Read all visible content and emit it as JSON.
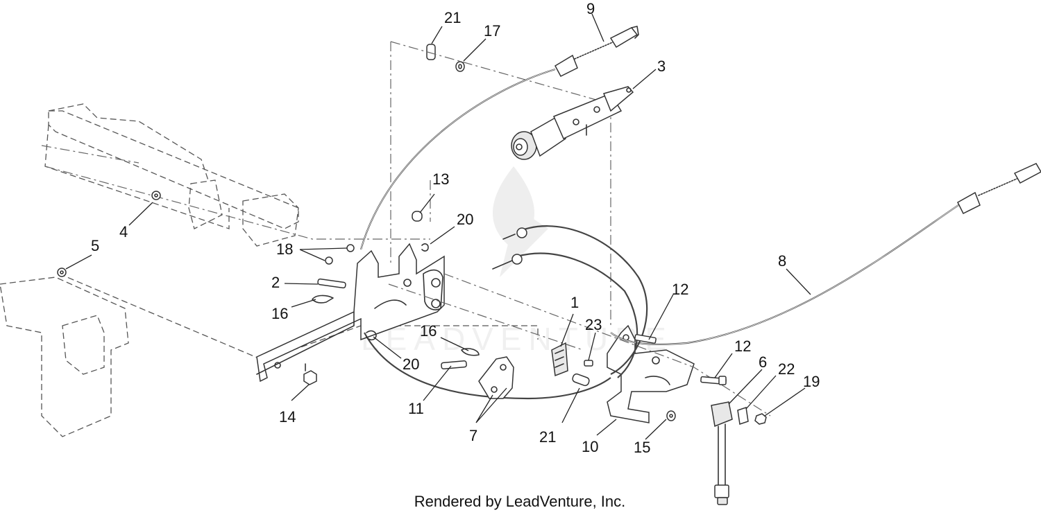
{
  "footer_text": "Rendered by LeadVenture, Inc.",
  "watermark_text": "LEADVENTURE",
  "callouts": [
    {
      "id": "c21a",
      "label": "21"
    },
    {
      "id": "c17",
      "label": "17"
    },
    {
      "id": "c9",
      "label": "9"
    },
    {
      "id": "c3",
      "label": "3"
    },
    {
      "id": "c13",
      "label": "13"
    },
    {
      "id": "c20a",
      "label": "20"
    },
    {
      "id": "c4",
      "label": "4"
    },
    {
      "id": "c5",
      "label": "5"
    },
    {
      "id": "c18",
      "label": "18"
    },
    {
      "id": "c2",
      "label": "2"
    },
    {
      "id": "c16a",
      "label": "16"
    },
    {
      "id": "c8",
      "label": "8"
    },
    {
      "id": "c1",
      "label": "1"
    },
    {
      "id": "c12a",
      "label": "12"
    },
    {
      "id": "c23",
      "label": "23"
    },
    {
      "id": "c16b",
      "label": "16"
    },
    {
      "id": "c20b",
      "label": "20"
    },
    {
      "id": "c12b",
      "label": "12"
    },
    {
      "id": "c6",
      "label": "6"
    },
    {
      "id": "c22",
      "label": "22"
    },
    {
      "id": "c19",
      "label": "19"
    },
    {
      "id": "c11",
      "label": "11"
    },
    {
      "id": "c14",
      "label": "14"
    },
    {
      "id": "c7",
      "label": "7"
    },
    {
      "id": "c21b",
      "label": "21"
    },
    {
      "id": "c10",
      "label": "10"
    },
    {
      "id": "c15",
      "label": "15"
    }
  ]
}
